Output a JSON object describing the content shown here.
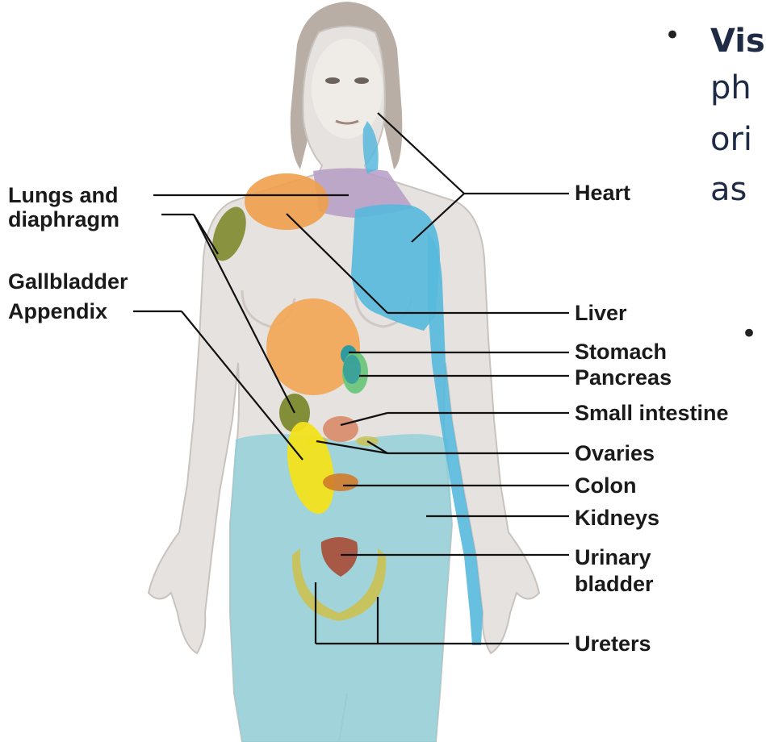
{
  "slide": {
    "bullet_main": "•",
    "fragment_line1": "Vis",
    "fragment_line2": "ph",
    "fragment_line3": "ori",
    "fragment_line4": "as",
    "bullet_sub": "•"
  },
  "labels": {
    "heart": "Heart",
    "lungs_line1": "Lungs and",
    "lungs_line2": "diaphragm",
    "gallbladder": "Gallbladder",
    "appendix": "Appendix",
    "liver": "Liver",
    "stomach": "Stomach",
    "pancreas": "Pancreas",
    "small_intestine": "Small intestine",
    "ovaries": "Ovaries",
    "colon": "Colon",
    "kidneys": "Kidneys",
    "urinary_line1": "Urinary",
    "urinary_line2": "bladder",
    "ureters": "Ureters"
  },
  "colors": {
    "skin": "#e6e2df",
    "skin_shadow": "#c9c3bf",
    "hair": "#b9aea6",
    "heart_blue": "#57b9dd",
    "kidneys_teal": "#8fcfd8",
    "lungs_orange": "#f0a04b",
    "liver_orange": "#f2a654",
    "gallbladder_olive": "#7d8a2e",
    "appendix_yellow": "#f2e21c",
    "stomach_teal": "#2f9aa0",
    "pancreas_green": "#6cc67b",
    "small_intestine": "#d98b6a",
    "colon_orange": "#d07a2a",
    "urinary_red": "#a8523d",
    "diaphragm_purple": "#b59cc6",
    "ureters_olive": "#c9c35a",
    "leader_line": "#111111"
  }
}
